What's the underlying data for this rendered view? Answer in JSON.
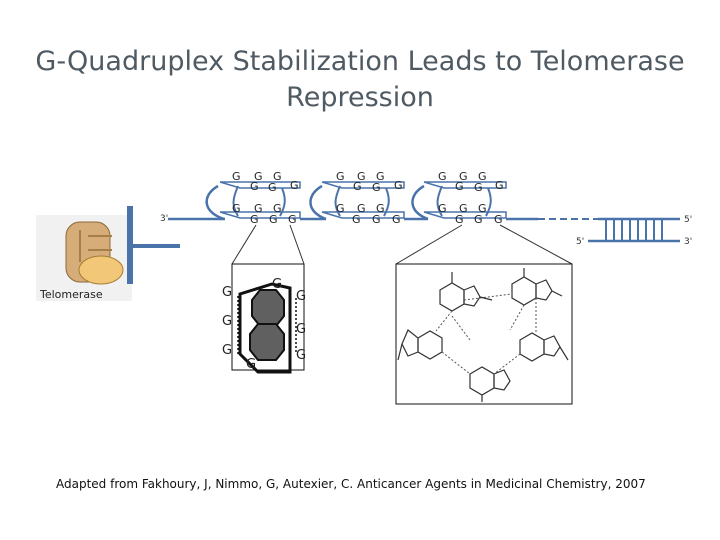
{
  "title": {
    "line1": "G-Quadruplex Stabilization Leads to Telomerase",
    "line2": "Repression"
  },
  "labels": {
    "telomerase": "Telomerase",
    "end_3_left": "3'",
    "end_5_right": "5'",
    "end_5_duplex": "5'",
    "end_3_right": "3'"
  },
  "quartet_letter": "G",
  "caption": "Adapted from Fakhoury, J, Nimmo, G, Autexier, C. Anticancer Agents in Medicinal Chemistry, 2007",
  "colors": {
    "strand_blue": "#4a73aa",
    "protein_tan": "#d6ad78",
    "protein_gold": "#f3c778",
    "octagon_gray": "#606060",
    "title_gray": "#4f5a63"
  }
}
